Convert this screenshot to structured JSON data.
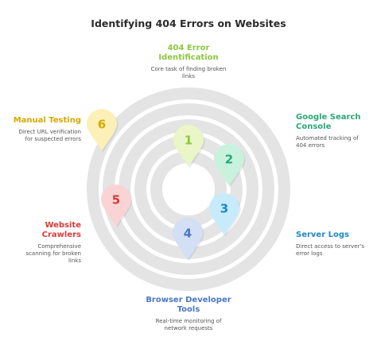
{
  "title": "Identifying 404 Errors on Websites",
  "steps": [
    {
      "num": "1",
      "heading": "404 Error Identification",
      "heading_lines": [
        "404 Error",
        "Identification"
      ],
      "desc_lines": [
        "Core task of finding broken",
        "links"
      ],
      "color": "#8dc63f",
      "fill": "#eaf5c8"
    },
    {
      "num": "2",
      "heading": "Google Search Console",
      "heading_lines": [
        "Google Search",
        "Console"
      ],
      "desc_lines": [
        "Automated tracking of",
        "404 errors"
      ],
      "color": "#2aa876",
      "fill": "#c9f2de"
    },
    {
      "num": "3",
      "heading": "Server Logs",
      "heading_lines": [
        "Server Logs"
      ],
      "desc_lines": [
        "Direct access to server's",
        "error logs"
      ],
      "color": "#1e88c8",
      "fill": "#c7ebfb"
    },
    {
      "num": "4",
      "heading": "Browser Developer Tools",
      "heading_lines": [
        "Browser Developer",
        "Tools"
      ],
      "desc_lines": [
        "Real-time monitoring of",
        "network requests"
      ],
      "color": "#4a78c2",
      "fill": "#d3dff5"
    },
    {
      "num": "5",
      "heading": "Website Crawlers",
      "heading_lines": [
        "Website",
        "Crawlers"
      ],
      "desc_lines": [
        "Comprehensive",
        "scanning for broken",
        "links"
      ],
      "color": "#d83a3a",
      "fill": "#fad4d4"
    },
    {
      "num": "6",
      "heading": "Manual Testing",
      "heading_lines": [
        "Manual Testing"
      ],
      "desc_lines": [
        "Direct URL verification",
        "for suspected errors"
      ],
      "color": "#d4a900",
      "fill": "#fbf0b8"
    }
  ]
}
